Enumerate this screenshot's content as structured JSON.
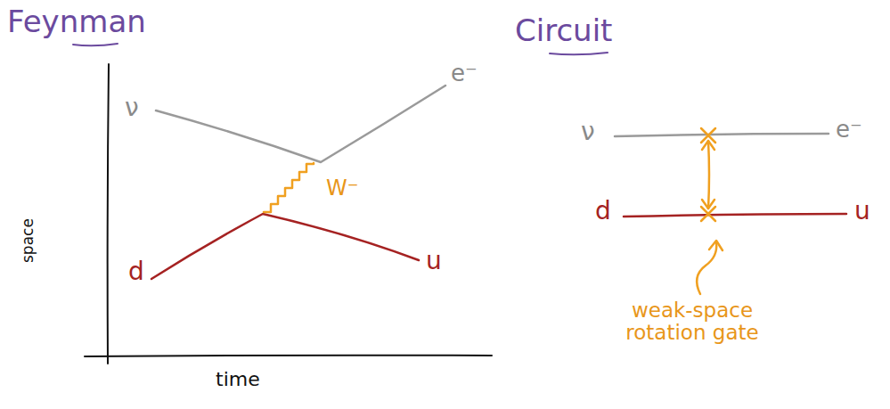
{
  "diagram": {
    "labels": [
      "Feynman",
      "space",
      "time",
      "ν",
      "e⁻",
      "W⁻",
      "d",
      "u",
      "Circuit",
      "ν",
      "e⁻",
      "d",
      "u",
      "weak-space rotation gate"
    ]
  }
}
